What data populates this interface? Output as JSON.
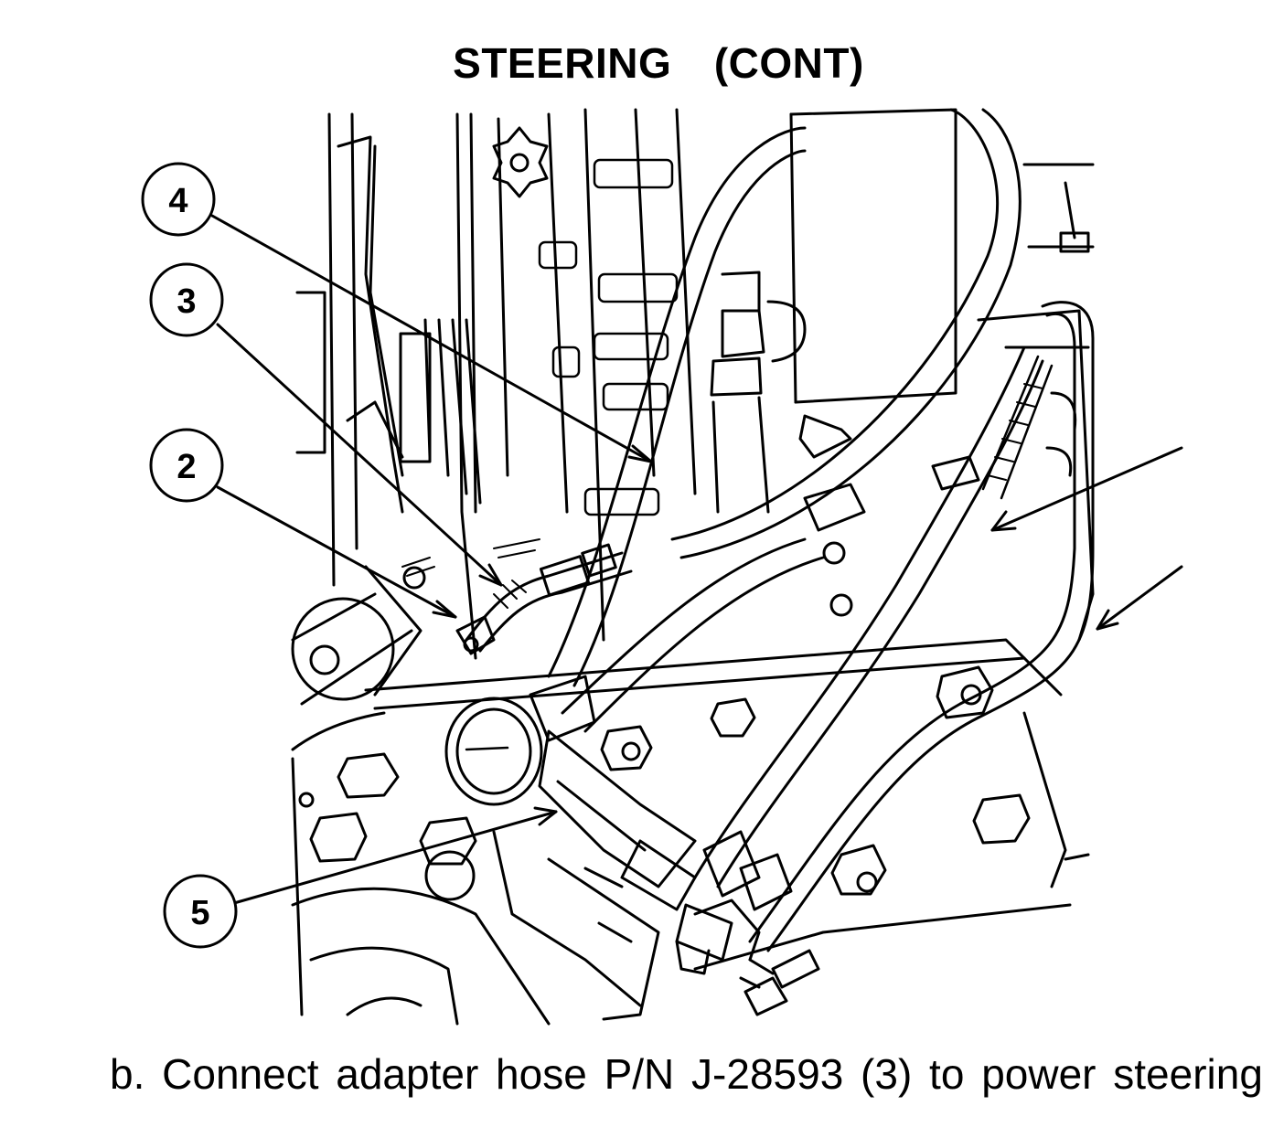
{
  "header": {
    "title": "STEERING  (CONT)"
  },
  "figure": {
    "callouts": [
      {
        "id": "4",
        "label": "4"
      },
      {
        "id": "3",
        "label": "3"
      },
      {
        "id": "2",
        "label": "2"
      },
      {
        "id": "5",
        "label": "5"
      }
    ]
  },
  "body": {
    "instruction": "b. Connect adapter hose P/N J-28593 (3) to power steering"
  }
}
